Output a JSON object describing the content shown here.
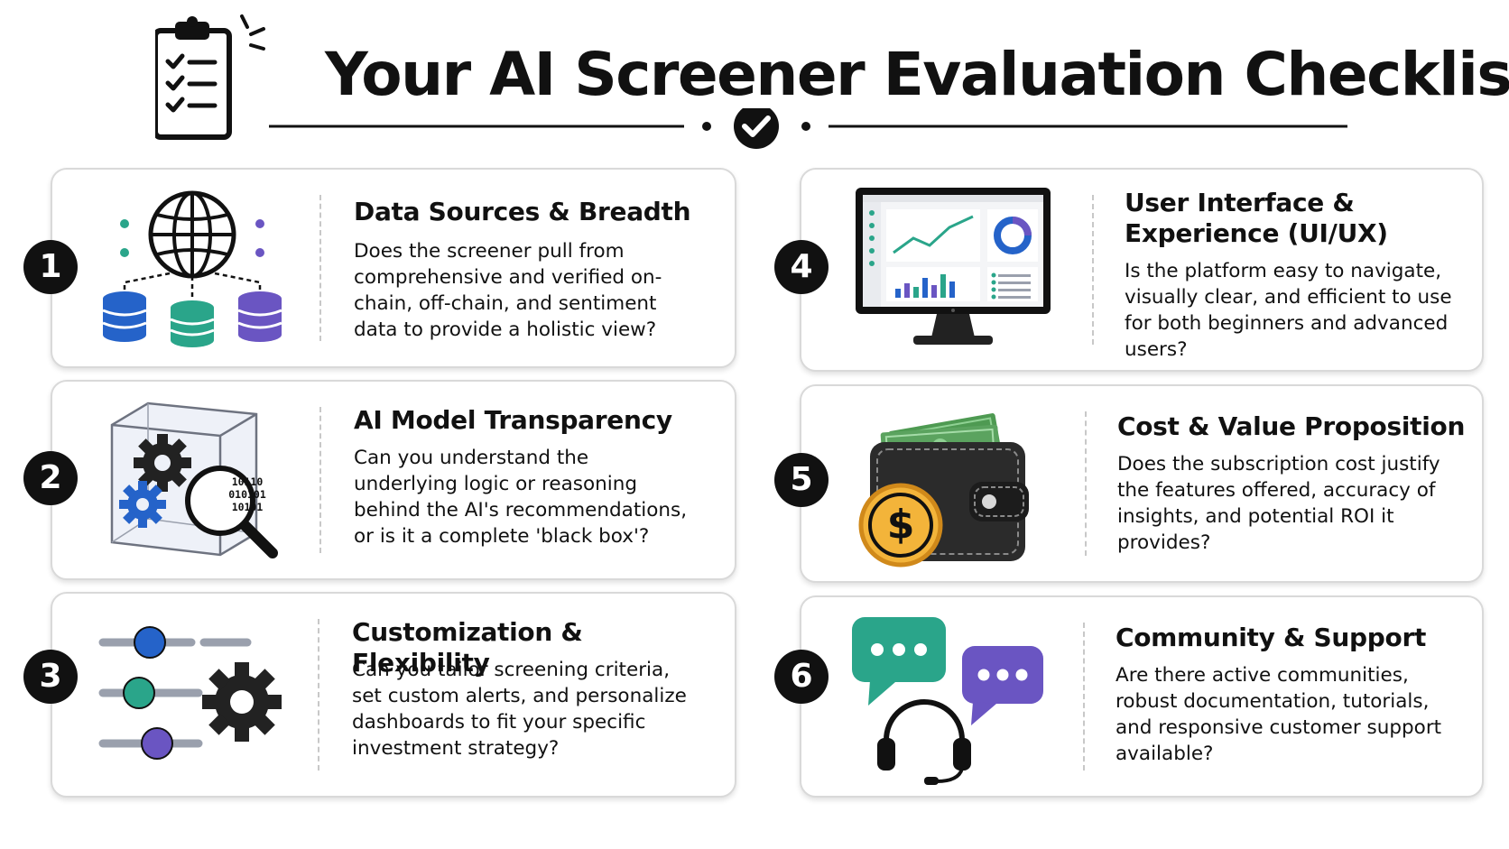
{
  "header": {
    "title": "Your AI Screener Evaluation Checklist"
  },
  "items": [
    {
      "number": "1",
      "title": "Data Sources & Breadth",
      "description": "Does the screener pull from comprehensive and verified on-chain, off-chain, and sentiment data to provide a holistic view?",
      "icon": "globe-databases-icon"
    },
    {
      "number": "2",
      "title": "AI Model Transparency",
      "description": "Can you understand the underlying logic or reasoning behind the AI's recommendations, or is it a complete 'black box'?",
      "icon": "glass-box-gears-icon",
      "binary_lines": [
        "10110",
        "010101",
        "10101"
      ]
    },
    {
      "number": "3",
      "title": "Customization & Flexibility",
      "description": "Can you tailor screening criteria, set custom alerts, and personalize dashboards to fit your specific investment strategy?",
      "icon": "sliders-gear-icon"
    },
    {
      "number": "4",
      "title": "User Interface & Experience (UI/UX)",
      "description": "Is the platform easy to navigate, visually clear, and efficient to use for both beginners and advanced users?",
      "icon": "monitor-dashboard-icon"
    },
    {
      "number": "5",
      "title": "Cost & Value Proposition",
      "description": "Does the subscription cost justify the features offered, accuracy of insights, and potential ROI it provides?",
      "icon": "wallet-coin-icon",
      "coin_symbol": "$"
    },
    {
      "number": "6",
      "title": "Community & Support",
      "description": "Are there active communities, robust documentation, tutorials, and responsive customer support available?",
      "icon": "chat-headset-icon"
    }
  ],
  "colors": {
    "blue": "#2563c9",
    "teal": "#2aa58a",
    "purple": "#6a55c2",
    "green_money": "#5ba35f",
    "gold": "#f3b43a"
  }
}
